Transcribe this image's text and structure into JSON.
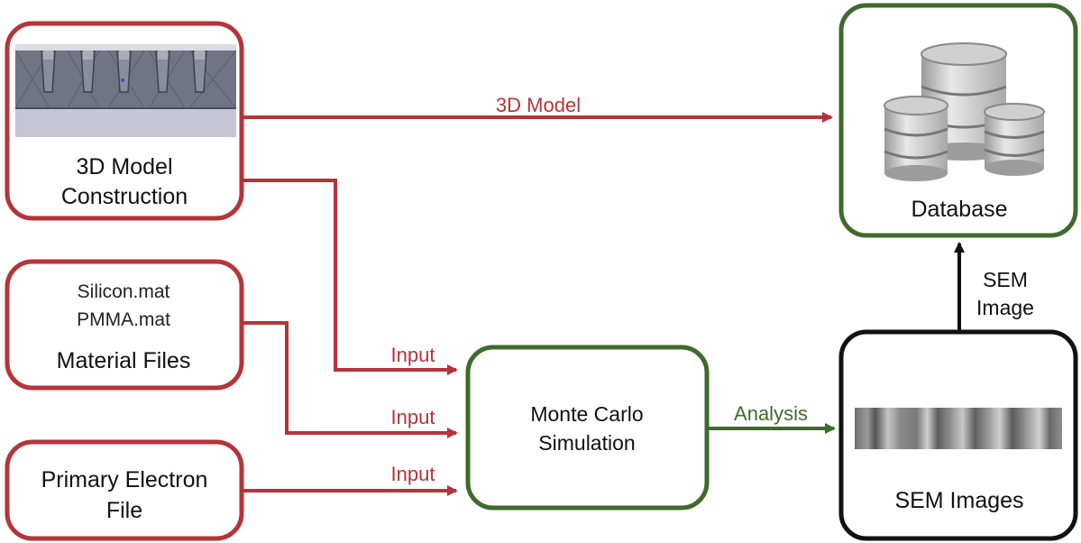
{
  "colors": {
    "red": "#b5343a",
    "green": "#3e6b2c",
    "black": "#111111",
    "text": "#111111"
  },
  "boxes": {
    "model_construction": {
      "line1": "3D Model",
      "line2": "Construction"
    },
    "material_files": {
      "file1": "Silicon.mat",
      "file2": "PMMA.mat",
      "title": "Material Files"
    },
    "primary_electron": {
      "line1": "Primary Electron",
      "line2": "File"
    },
    "monte_carlo": {
      "line1": "Monte Carlo",
      "line2": "Simulation"
    },
    "database": {
      "title": "Database"
    },
    "sem_images": {
      "title": "SEM Images"
    }
  },
  "edges": {
    "model_to_database": "3D Model",
    "input_top": "Input",
    "input_middle": "Input",
    "input_bottom": "Input",
    "analysis": "Analysis",
    "sem_image_line1": "SEM",
    "sem_image_line2": "Image"
  },
  "icons": {
    "model_thumbnail": "3d-model-render-image",
    "database": "database-cylinders-icon",
    "sem": "sem-scan-image"
  }
}
